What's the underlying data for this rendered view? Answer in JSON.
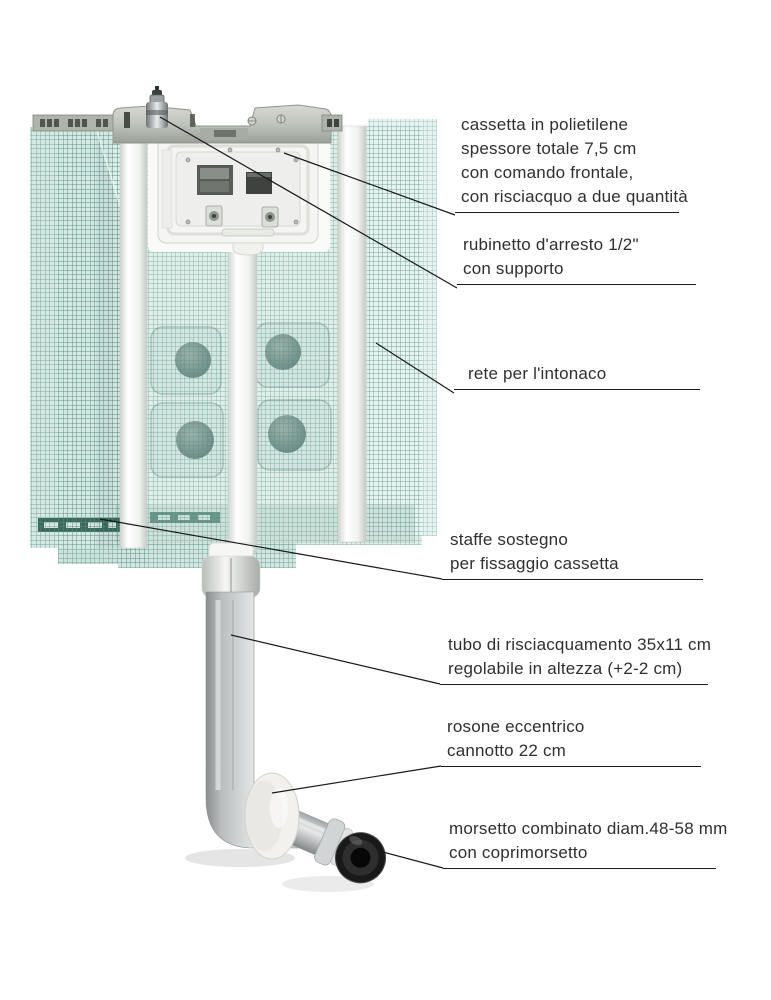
{
  "figure": {
    "subject": "cassetta di risciacquo da incasso con rete per intonaco, staffe e tubo di risciacquo",
    "background_color": "#ffffff",
    "colors": {
      "mesh_green": "#4f8d80",
      "mesh_light": "#dcebe7",
      "bracket_white": "#f6f7f5",
      "metal_gray": "#bfc4bc",
      "pipe_chrome": "#d9dbdb",
      "clamp_black": "#161616",
      "label_text": "#2f2f2f",
      "leader_line": "#1a1a1a"
    },
    "callouts": [
      {
        "id": "cassetta",
        "lines": [
          "cassetta in polietilene",
          "spessore totale 7,5 cm",
          "con comando frontale,",
          "con risciacquo a due quantità"
        ]
      },
      {
        "id": "rubinetto",
        "lines": [
          "rubinetto d'arresto 1/2\"",
          "con supporto"
        ]
      },
      {
        "id": "rete",
        "lines": [
          "rete per l'intonaco"
        ]
      },
      {
        "id": "staffe",
        "lines": [
          "staffe sostegno",
          "per fissaggio cassetta"
        ]
      },
      {
        "id": "tubo",
        "lines": [
          "tubo di risciacquamento 35x11 cm",
          "regolabile in altezza (+2-2 cm)"
        ]
      },
      {
        "id": "rosone",
        "lines": [
          "rosone eccentrico",
          "cannotto 22 cm"
        ]
      },
      {
        "id": "morsetto",
        "lines": [
          "morsetto combinato diam.48-58 mm",
          "con coprimorsetto"
        ]
      }
    ]
  }
}
